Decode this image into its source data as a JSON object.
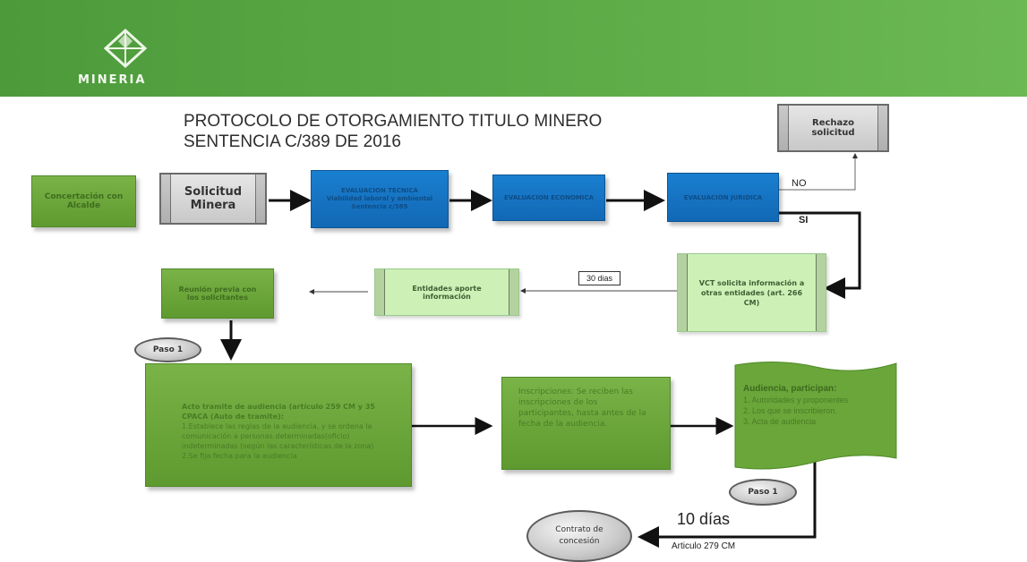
{
  "header": {
    "logo_name": "diamond-logo-icon",
    "logo_text": "MINERIA",
    "colors": {
      "banner": "#5aa845",
      "dark_green": "#6aa63a",
      "light_green": "#cdf0b7",
      "blue": "#1a7fd0",
      "gray": "#c8c8c8"
    }
  },
  "title": {
    "line1": "PROTOCOLO DE OTORGAMIENTO TITULO MINERO",
    "line2": "SENTENCIA C/389 DE 2016"
  },
  "nodes": {
    "concertacion": "Concertación con Alcalde",
    "solicitud": "Solicitud Minera",
    "eval_tecnica": "EVALUACION TECNICA Viabilidad laboral y ambiental Sentencia c/389",
    "eval_economica": "EVALUACION ECONOMICA",
    "eval_juridica": "EVALUACION JURIDICA",
    "rechazo": "Rechazo solicitud",
    "vct": "VCT solicita información a otras entidades (art. 266 CM)",
    "entidades": "Entidades aporte información",
    "reunion": "Reunión previa con los solicitantes",
    "auto_tramite_title": "Acto tramite de audiencia (artículo 259 CM y 35 CPACA (Auto de tramite):",
    "auto_tramite_items": [
      "1.Establece las reglas de la audiencia, y se ordena la comunicación a personas determinadas(oficio) indeterminadas (según las características de la zona)",
      "2.Se fija fecha para la audiencia"
    ],
    "inscripciones": "Inscripciones: Se reciben las inscripciones de los participantes, hasta antes de la fecha de la audiencia.",
    "audiencia_title": "Audiencia, participan:",
    "audiencia_items": [
      "Autoridades y proponentes",
      "Los que se inscribieron.",
      "Acta de audiencia"
    ],
    "contrato": "Contrato de concesión"
  },
  "labels": {
    "no": "NO",
    "si": "SI",
    "treinta_dias": "30 dias",
    "paso1_a": "Paso 1",
    "paso1_b": "Paso 1",
    "diez_dias": "10 días",
    "articulo": "Articulo 279 CM"
  }
}
